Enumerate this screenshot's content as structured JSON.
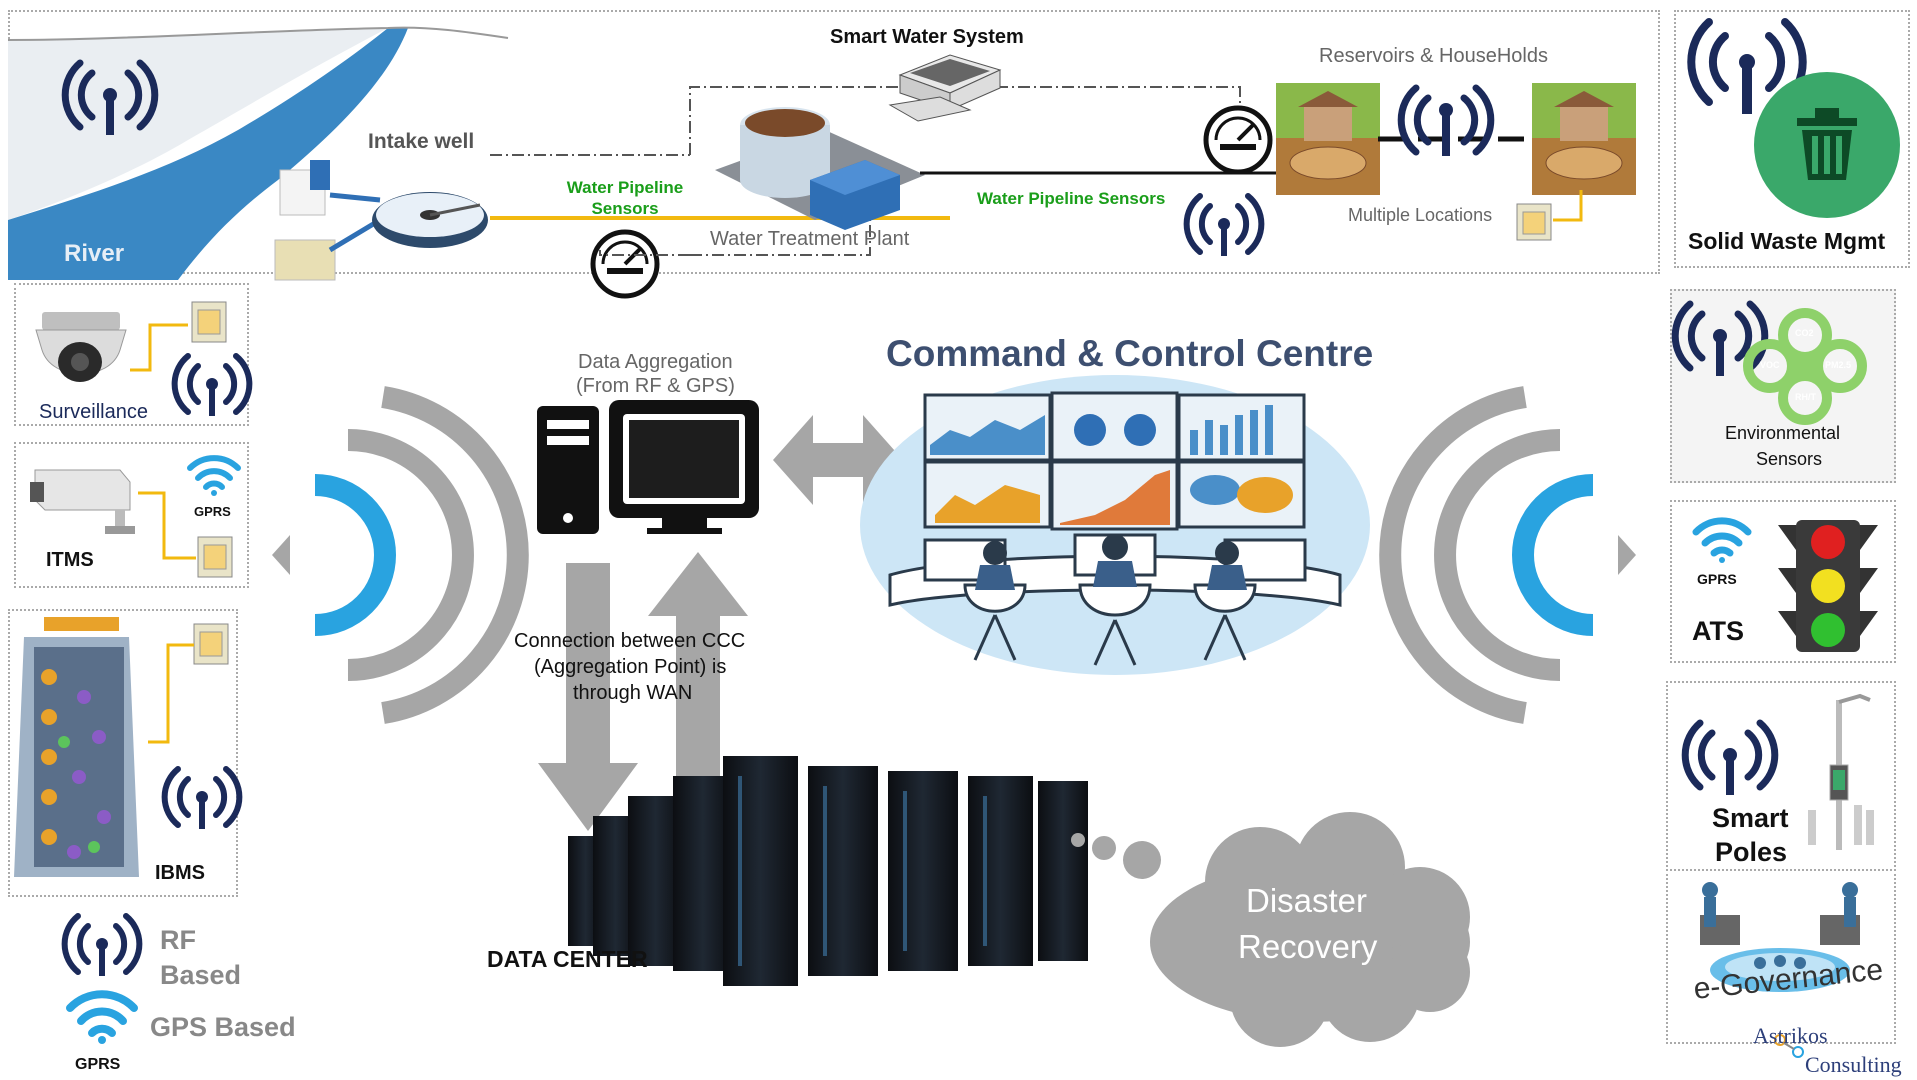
{
  "water": {
    "system_title": "Smart Water System",
    "river": "River",
    "intake_well": "Intake well",
    "pipeline_sensors_left": "Water Pipeline Sensors",
    "treatment_plant": "Water Treatment Plant",
    "pipeline_sensors_right": "Water Pipeline Sensors",
    "reservoirs": "Reservoirs & HouseHolds",
    "multiple_locations": "Multiple Locations"
  },
  "left": {
    "surveillance": "Surveillance",
    "itms": "ITMS",
    "gprs_itms": "GPRS",
    "ibms": "IBMS",
    "rf_line1": "RF",
    "rf_line2": "Based",
    "gps": "GPS Based",
    "gprs_legend": "GPRS"
  },
  "center": {
    "aggregation_line1": "Data Aggregation",
    "aggregation_line2": "(From RF & GPS)",
    "ccc_title": "Command & Control Centre",
    "wan_line1": "Connection between CCC",
    "wan_line2": "(Aggregation Point) is",
    "wan_line3": "through WAN",
    "data_center": "DATA CENTER",
    "dr_line1": "Disaster",
    "dr_line2": "Recovery"
  },
  "right": {
    "solid_waste": "Solid Waste Mgmt",
    "env_line1": "Environmental",
    "env_line2": "Sensors",
    "env_co2": "CO2",
    "env_voc": "VOC",
    "env_pm": "PM2.5",
    "env_rh": "RH/T",
    "gprs_ats": "GPRS",
    "ats": "ATS",
    "poles_line1": "Smart",
    "poles_line2": "Poles",
    "egov": "e-Governance",
    "brand_line1": "Astrikos",
    "brand_line2": "Consulting"
  },
  "colors": {
    "navy": "#1b2a5a",
    "accent_blue": "#29a3e0",
    "signal_gray": "#a6a6a6",
    "pipeline_yellow": "#f2b90f",
    "waste_green": "#3aa86a",
    "river_blue": "#3a88c4"
  }
}
